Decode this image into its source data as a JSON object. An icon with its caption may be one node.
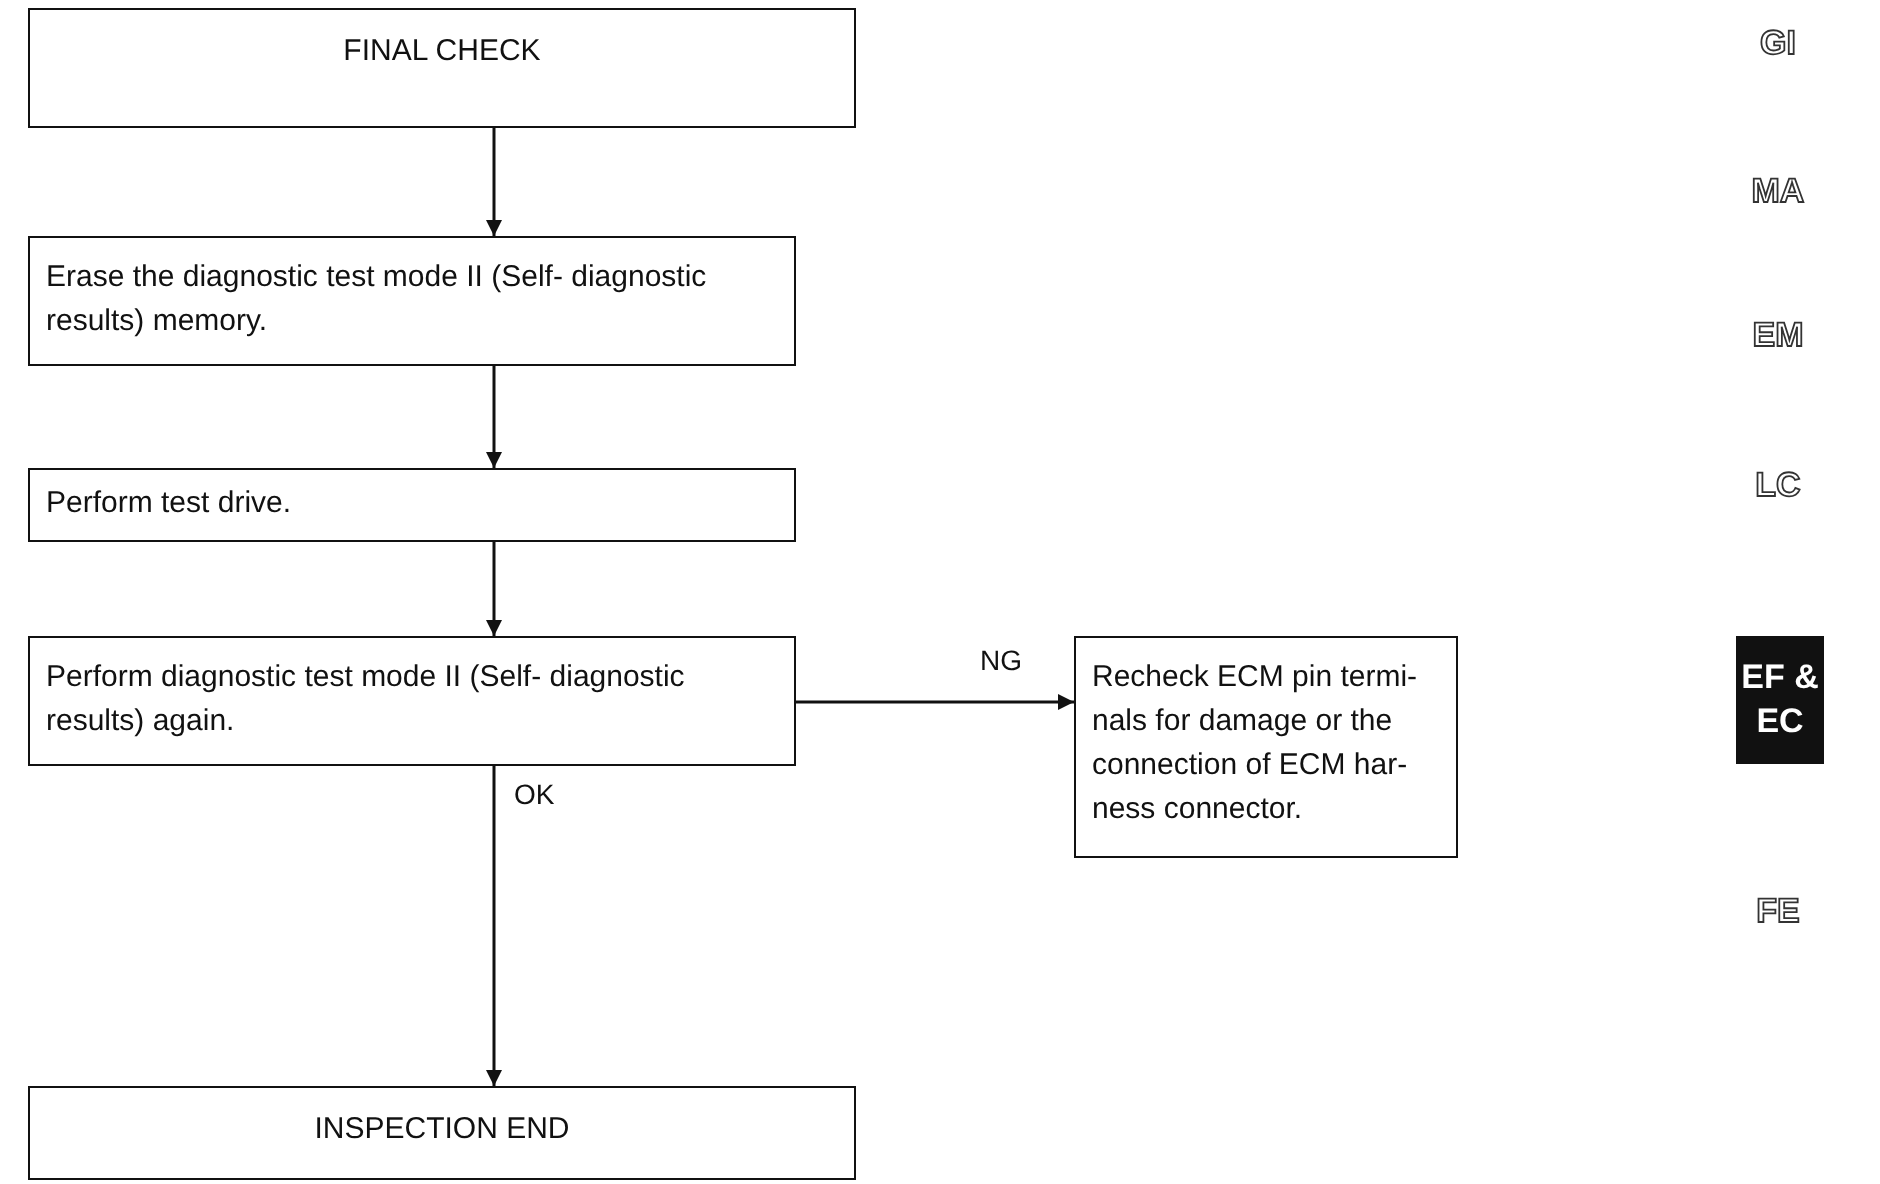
{
  "diagram": {
    "nodes": [
      {
        "text": [
          "FINAL CHECK"
        ]
      },
      {
        "text": [
          "Erase the diagnostic test mode II (Self- diagnostic results) memory."
        ]
      },
      {
        "text": [
          "Perform test drive."
        ]
      },
      {
        "text": [
          "Perform diagnostic test mode II (Self- diagnostic results) again."
        ]
      },
      {
        "text": [
          "Recheck ECM pin termi- nals for damage or the connection of ECM har- ness connector."
        ]
      },
      {
        "text": [
          "INSPECTION END"
        ]
      }
    ],
    "edges": [
      {
        "from": 0,
        "to": 1,
        "arrow": "to"
      },
      {
        "from": 1,
        "to": 2,
        "arrow": "to"
      },
      {
        "from": 2,
        "to": 3,
        "arrow": "to"
      },
      {
        "from": 3,
        "to": 4,
        "arrow": "to",
        "label": "NG"
      },
      {
        "from": 3,
        "to": 5,
        "arrow": "to",
        "label": "OK"
      }
    ],
    "labels": [
      "GI",
      "MA",
      "EM",
      "LC",
      "EF & EC",
      "FE"
    ]
  }
}
